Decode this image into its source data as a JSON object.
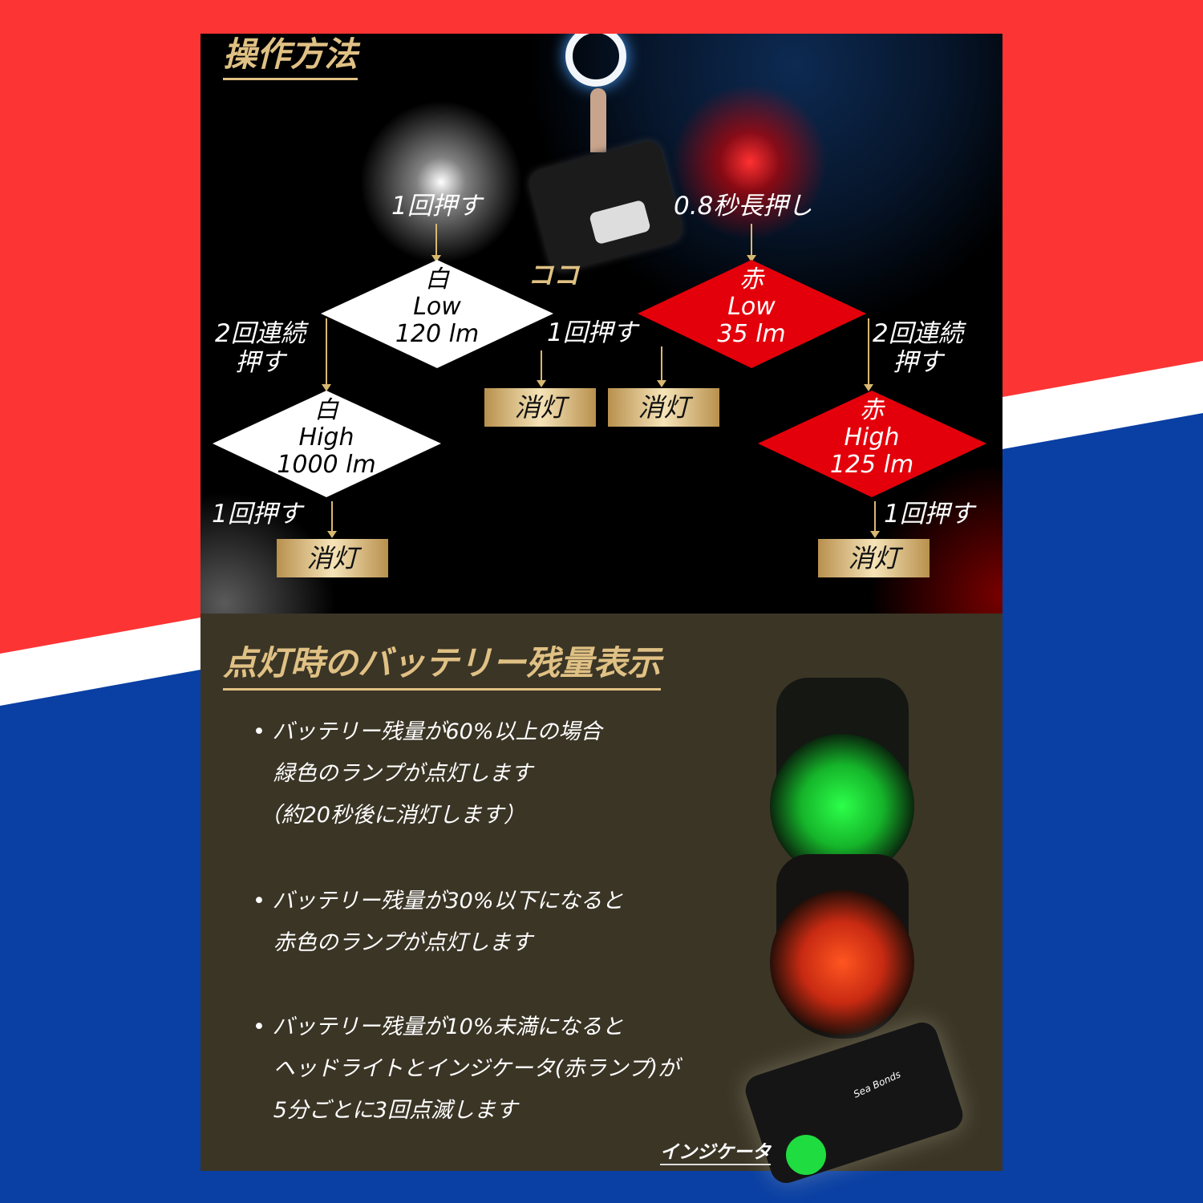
{
  "operation": {
    "title": "操作方法",
    "here_label": "ココ",
    "press_once": "1回押す",
    "long_press": "0.8秒長押し",
    "press_twice": "2回連続\n押す",
    "off_label": "消灯",
    "white_low": {
      "color": "白",
      "mode": "Low",
      "lumen": "120 lm"
    },
    "white_high": {
      "color": "白",
      "mode": "High",
      "lumen": "1000 lm"
    },
    "red_low": {
      "color": "赤",
      "mode": "Low",
      "lumen": "35 lm"
    },
    "red_high": {
      "color": "赤",
      "mode": "High",
      "lumen": "125 lm"
    }
  },
  "battery": {
    "title": "点灯時のバッテリー残量表示",
    "items": [
      {
        "text": "• バッテリー残量が60%以上の場合\n   緑色のランプが点灯します\n （約20秒後に消灯します）"
      },
      {
        "text": "• バッテリー残量が30%以下になると\n   赤色のランプが点灯します"
      },
      {
        "text": "• バッテリー残量が10%未満になると\n   ヘッドライトとインジケータ(赤ランプ)が\n   5分ごとに3回点滅します"
      }
    ],
    "indicator_label": "インジケータ",
    "brand_logo": "Sea Bonds"
  },
  "colors": {
    "frame_red": "#fd3434",
    "frame_blue": "#0a3fa3",
    "gold": "#e0c184",
    "panel_olive": "#3b3526",
    "red_mode": "#e3000b"
  }
}
